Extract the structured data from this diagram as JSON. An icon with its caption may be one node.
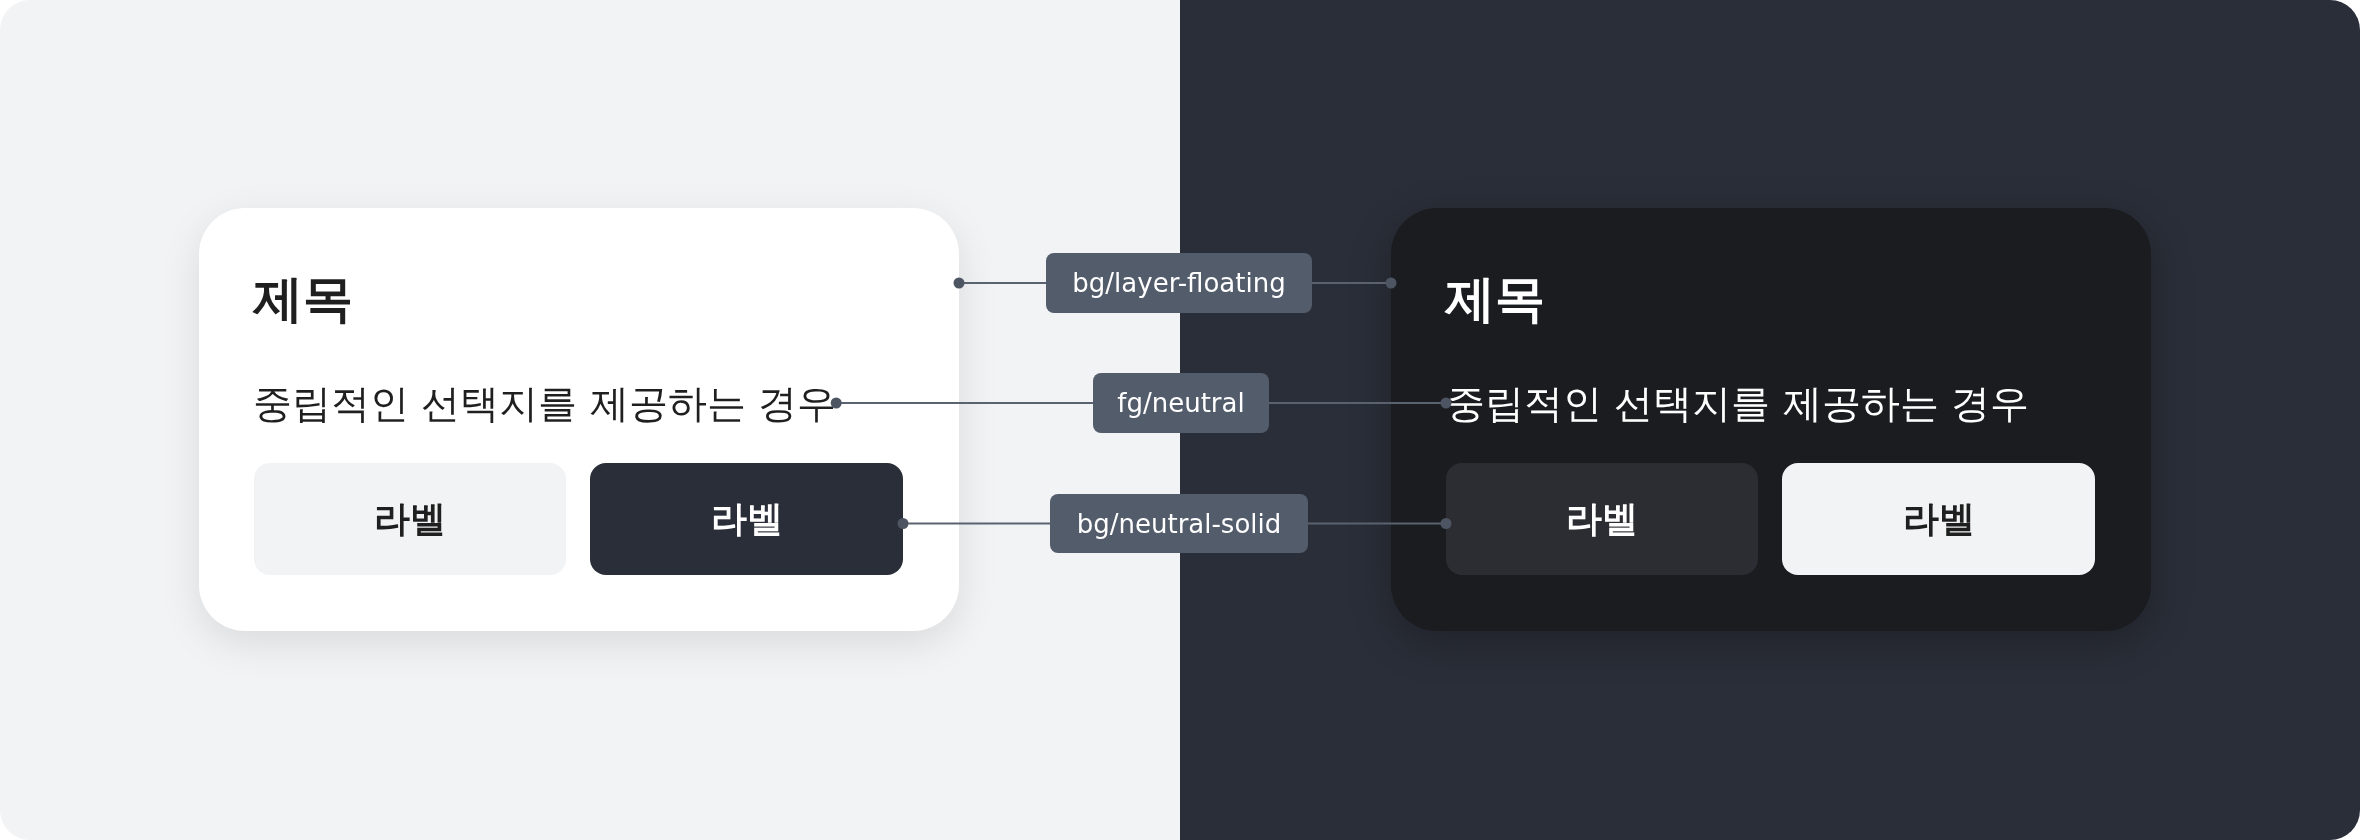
{
  "diagram": {
    "nodes": [
      {
        "text": [
          "제목"
        ]
      },
      {
        "text": [
          "중립적인 선택지를 제공하는 경우"
        ],
        "in": 0
      },
      {
        "text": [
          "라벨"
        ],
        "in": 0
      },
      {
        "text": [
          "라벨"
        ],
        "in": 0
      },
      {
        "text": [
          "제목"
        ]
      },
      {
        "text": [
          "중립적인 선택지를 제공하는 경우"
        ],
        "in": 4
      },
      {
        "text": [
          "라벨"
        ],
        "in": 4
      },
      {
        "text": [
          "라벨"
        ],
        "in": 4
      },
      {
        "text": [
          "bg/layer-floating"
        ]
      },
      {
        "text": [
          "fg/neutral"
        ]
      },
      {
        "text": [
          "bg/neutral-solid"
        ]
      }
    ],
    "edges": [
      {
        "from": 8,
        "to": 0,
        "arrow": "other"
      },
      {
        "from": 8,
        "to": 4,
        "arrow": "other"
      },
      {
        "from": 9,
        "to": 1,
        "arrow": "other"
      },
      {
        "from": 9,
        "to": 5,
        "arrow": "other"
      },
      {
        "from": 10,
        "to": 3,
        "arrow": "other"
      },
      {
        "from": 10,
        "to": 6,
        "arrow": "other"
      }
    ]
  }
}
